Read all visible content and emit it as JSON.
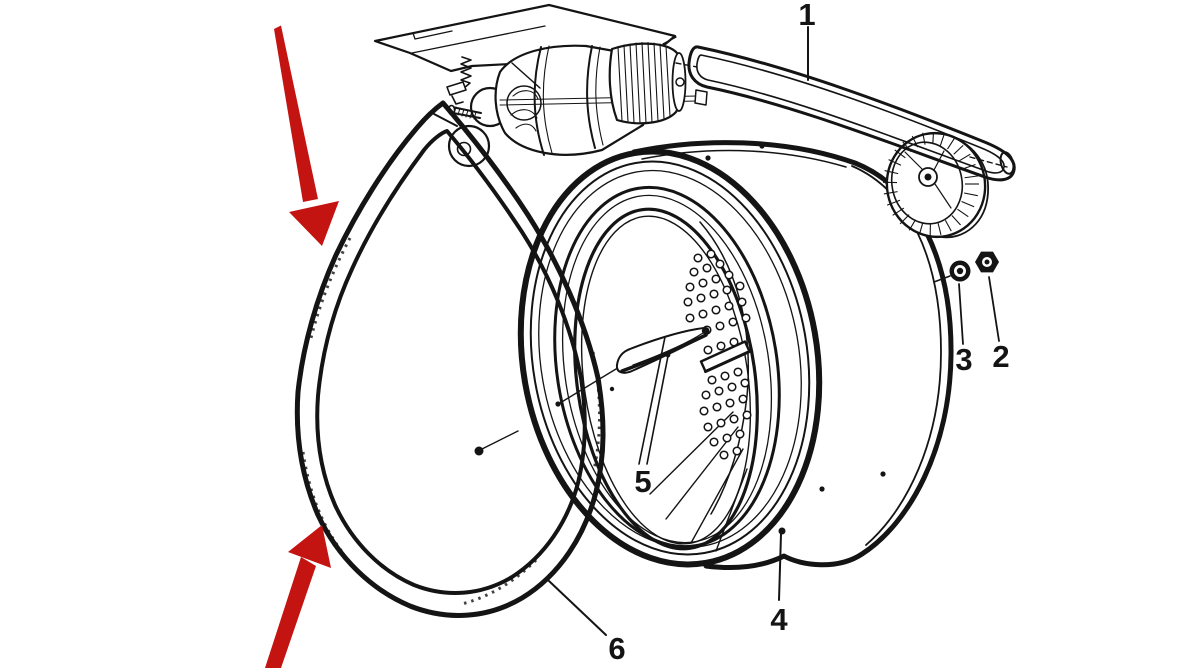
{
  "figure": {
    "background": "#ffffff",
    "line_color": "#141414",
    "arrow_color": "#c41412",
    "callouts": [
      {
        "number": "1"
      },
      {
        "number": "2"
      },
      {
        "number": "3"
      },
      {
        "number": "4"
      },
      {
        "number": "5"
      },
      {
        "number": "6"
      }
    ]
  }
}
